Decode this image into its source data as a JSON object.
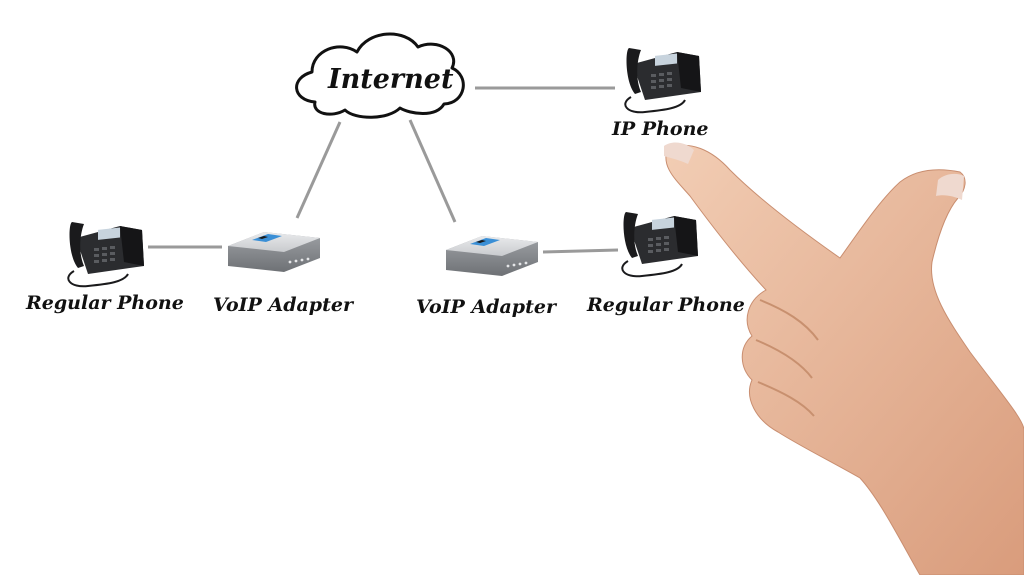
{
  "diagram": {
    "cloud_label": "Internet",
    "nodes": [
      {
        "id": "ip-phone",
        "type": "ip-phone",
        "label": "IP Phone"
      },
      {
        "id": "regular-phone-left",
        "type": "phone",
        "label": "Regular Phone"
      },
      {
        "id": "voip-adapter-left",
        "type": "adapter",
        "label": "VoIP Adapter"
      },
      {
        "id": "voip-adapter-right",
        "type": "adapter",
        "label": "VoIP Adapter"
      },
      {
        "id": "regular-phone-right",
        "type": "phone",
        "label": "Regular Phone"
      }
    ],
    "connections": [
      {
        "from": "internet",
        "to": "ip-phone"
      },
      {
        "from": "internet",
        "to": "voip-adapter-left"
      },
      {
        "from": "internet",
        "to": "voip-adapter-right"
      },
      {
        "from": "regular-phone-left",
        "to": "voip-adapter-left"
      },
      {
        "from": "voip-adapter-right",
        "to": "regular-phone-right"
      }
    ],
    "colors": {
      "line": "#9a9a9a",
      "skin": "#e8b89a",
      "adapter_accent": "#3a8fd6"
    }
  }
}
